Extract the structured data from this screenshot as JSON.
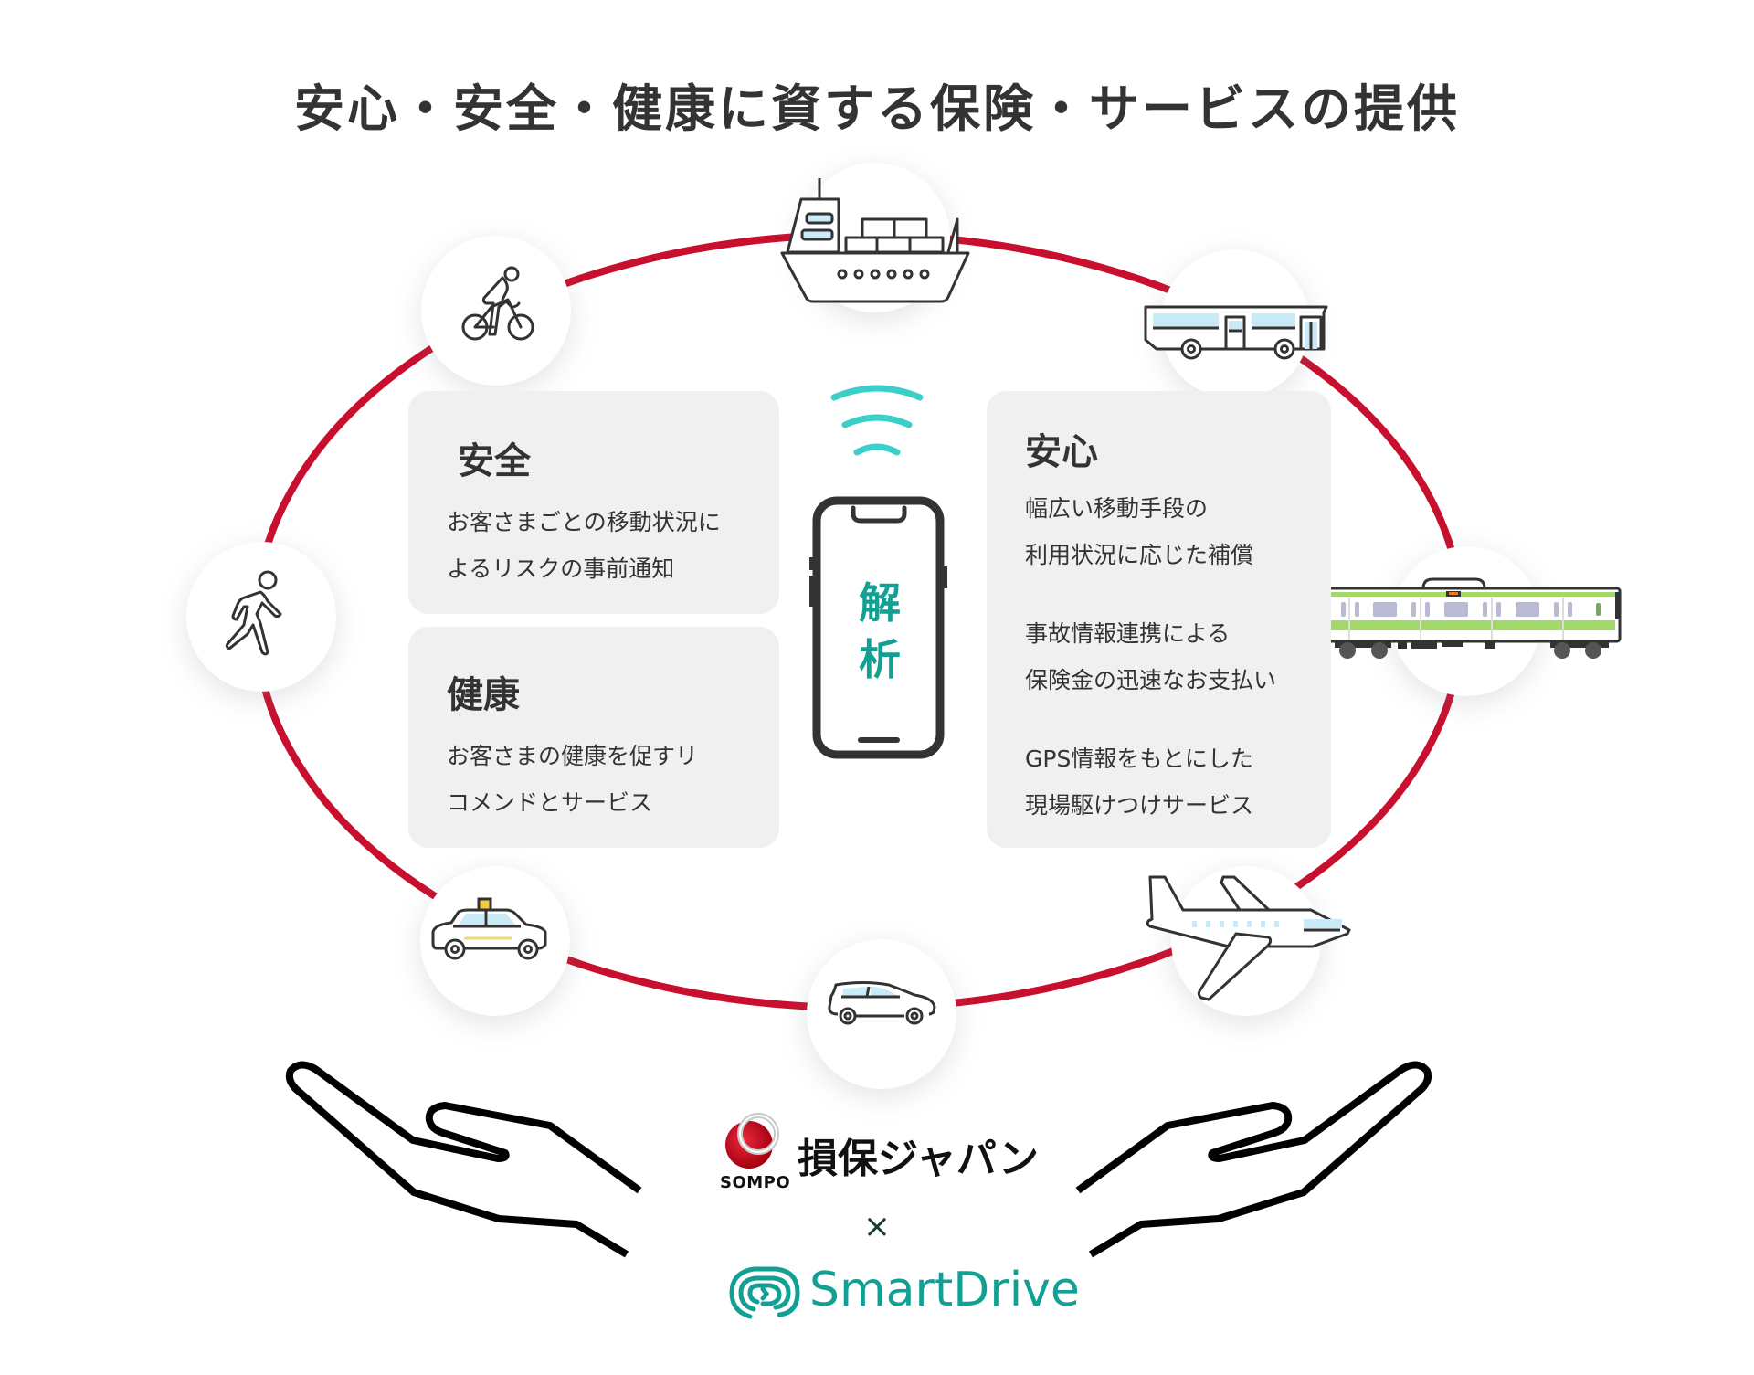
{
  "title": "安心・安全・健康に資する保険・サービスの提供",
  "center": {
    "phone_label_1": "解",
    "phone_label_2": "析",
    "signal_icon": "wireless-signal-icon",
    "phone_icon": "smartphone-icon"
  },
  "cards": {
    "safety": {
      "heading": "安全",
      "text": "お客さまごとの移動状況に\nよるリスクの事前通知"
    },
    "health": {
      "heading": "健康",
      "text": "お客さまの健康を促すリ\nコメンドとサービス"
    },
    "security": {
      "heading": "安心",
      "items": [
        "幅広い移動手段の\n利用状況に応じた補償",
        "事故情報連携による\n保険金の迅速なお支払い",
        "GPS情報をもとにした\n現場駆けつけサービス"
      ]
    }
  },
  "transport_icons": [
    "ship-icon",
    "bus-icon",
    "train-icon",
    "airplane-icon",
    "car-icon",
    "taxi-icon",
    "walking-person-icon",
    "bicycle-icon"
  ],
  "partners": {
    "sompo_mark": "SOMPO",
    "sompo_name": "損保ジャパン",
    "times": "×",
    "smartdrive_name": "SmartDrive"
  },
  "colors": {
    "ellipse": "#c8102e",
    "accent_teal": "#13a094",
    "signal_teal": "#3ccfc9",
    "card_bg": "#f0f0f0",
    "train_green": "#a3d86a",
    "window_blue": "#c9eaf7"
  }
}
